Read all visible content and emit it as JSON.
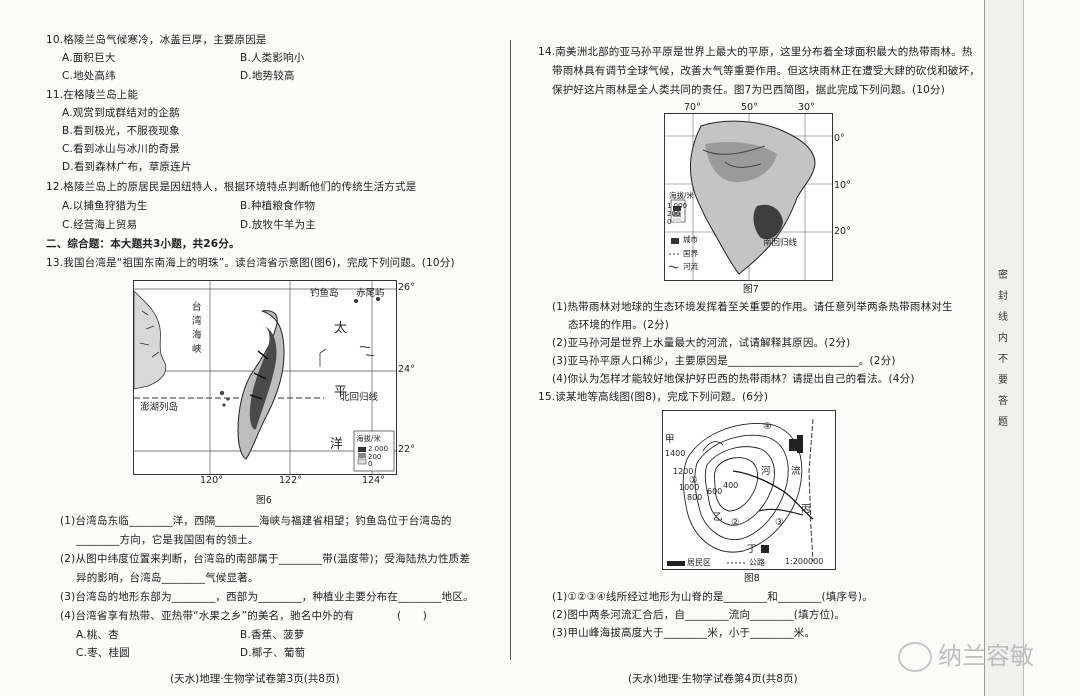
{
  "left_page": {
    "q10": {
      "stem": "10.格陵兰岛气候寒冷，冰盖巨厚，主要原因是",
      "A": "A.面积巨大",
      "B": "B.人类影响小",
      "C": "C.地处高纬",
      "D": "D.地势较高"
    },
    "q11": {
      "stem": "11.在格陵兰岛上能",
      "A": "A.观赏到成群结对的企鹅",
      "B": "B.看到极光，不服夜现象",
      "C": "C.看到冰山与冰川的奇景",
      "D": "D.看到森林广布，草原连片"
    },
    "q12": {
      "stem": "12.格陵兰岛上的原居民是因纽特人，根据环境特点判断他们的传统生活方式是",
      "A": "A.以捕鱼狩猎为生",
      "B": "B.种植粮食作物",
      "C": "C.经营海上贸易",
      "D": "D.放牧牛羊为主"
    },
    "section2": "二、综合题：本大题共3小题，共26分。",
    "q13": {
      "stem": "13.我国台湾是“祖国东南海上的明珠”。读台湾省示意图(图6)，完成下列问题。(10分)",
      "fig_caption": "图6",
      "map_labels": {
        "diaoyu": "钓鱼岛",
        "chiwei": "赤尾屿",
        "tai": "太",
        "ping": "平",
        "yang": "洋",
        "taiwan_strait": "台湾海峡",
        "penghu": "澎湖列岛",
        "tropic": "北回归线",
        "legend_title": "海拔/米",
        "legend_2000": "2 000",
        "legend_200": "200",
        "legend_0": "0"
      },
      "lat_labels": [
        "26°",
        "24°",
        "22°"
      ],
      "lon_labels": [
        "120°",
        "122°",
        "124°"
      ],
      "s1a": "(1)台湾岛东临________洋，西隔________海峡与福建省相望；钓鱼岛位于台湾岛的",
      "s1b": "________方向，它是我国固有的领土。",
      "s2a": "(2)从图中纬度位置来判断，台湾岛的南部属于________带(温度带)；受海陆热力性质差",
      "s2b": "异的影响，台湾岛________气候显著。",
      "s3": "(3)台湾岛的地形东部为________，西部为________，种植业主要分布在________地区。",
      "s4": "(4)台湾省享有热带、亚热带“水果之乡”的美名，驰名中外的有　　　　(　　)",
      "optA": "A.桃、杏",
      "optB": "B.香蕉、菠萝",
      "optC": "C.枣、桂圆",
      "optD": "D.椰子、葡萄"
    },
    "footer": "(天水)地理·生物学试卷第3页(共8页)"
  },
  "right_page": {
    "q14": {
      "line1": "14.南美洲北部的亚马孙平原是世界上最大的平原，这里分布着全球面积最大的热带雨林。热",
      "line2": "带雨林具有调节全球气候，改善大气等重要作用。但这块雨林正在遭受大肆的砍伐和破坏，",
      "line3": "保护好这片雨林是全人类共同的责任。图7为巴西简图，据此完成下列问题。(10分)",
      "fig_caption": "图7",
      "map_labels": {
        "lon70": "70°",
        "lon50": "50°",
        "lon30": "30°",
        "lat0": "0°",
        "lat10": "10°",
        "lat20": "20°",
        "tropic": "南回归线",
        "legend_title": "海拔/米",
        "l1000": "1 000",
        "l200": "200",
        "l0": "0",
        "city": "城市",
        "border": "国界",
        "river": "河流"
      },
      "s1a": "(1)热带雨林对地球的生态环境发挥着至关重要的作用。请任意列举两条热带雨林对生",
      "s1b": "态环境的作用。(2分)",
      "s2": "(2)亚马孙河是世界上水量最大的河流，试请解释其原因。(2分)",
      "s3": "(3)亚马孙平原人口稀少，主要原因是________________________。(2分)",
      "s4": "(4)你认为怎样才能较好地保护好巴西的热带雨林？请提出自己的看法。(4分)"
    },
    "q15": {
      "stem": "15.读某地等高线图(图8)，完成下列问题。(6分)",
      "fig_caption": "图8",
      "map_labels": {
        "jia": "甲",
        "yi": "乙",
        "bing": "丙",
        "ding": "丁",
        "he": "河",
        "liu": "流",
        "c1400": "1400",
        "c1200": "1200",
        "c1000": "1000",
        "c800": "800",
        "c600": "600",
        "c400": "400",
        "n1": "①",
        "n2": "②",
        "n3": "③",
        "n4": "④",
        "legend_res": "居民区",
        "legend_road": "公路",
        "scale": "1:200000"
      },
      "s1": "(1)①②③④线所经过地形为山脊的是________和________(填序号)。",
      "s2": "(2)图中两条河流汇合后，自________流向________(填方位)。",
      "s3": "(3)甲山峰海拔高度大于________米，小于________米。"
    },
    "footer": "(天水)地理·生物学试卷第4页(共8页)",
    "margin_text": [
      "密",
      "封",
      "线",
      "内",
      "不",
      "要",
      "答",
      "题"
    ]
  },
  "watermark": "纳兰容敏"
}
